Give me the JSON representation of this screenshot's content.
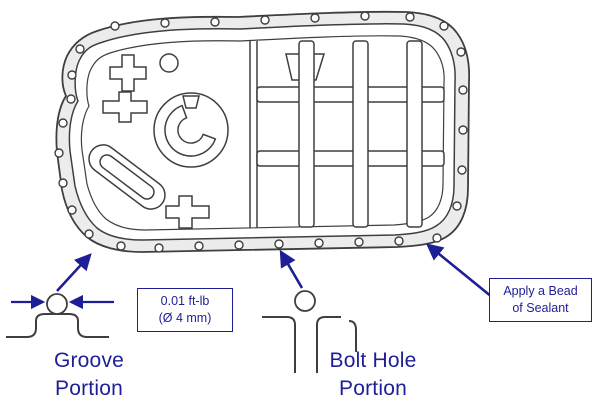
{
  "labels": {
    "groove": {
      "line1": "Groove",
      "line2": "Portion"
    },
    "bolt_hole": {
      "line1": "Bolt Hole",
      "line2": "Portion"
    }
  },
  "callouts": {
    "torque": {
      "line1": "0.01 ft-lb",
      "line2": "(Ø 4 mm)"
    },
    "sealant": {
      "line1": "Apply a Bead",
      "line2": "of Sealant"
    }
  },
  "colors": {
    "accent": "#1e1e96",
    "line_art": "#3f3f3f"
  }
}
